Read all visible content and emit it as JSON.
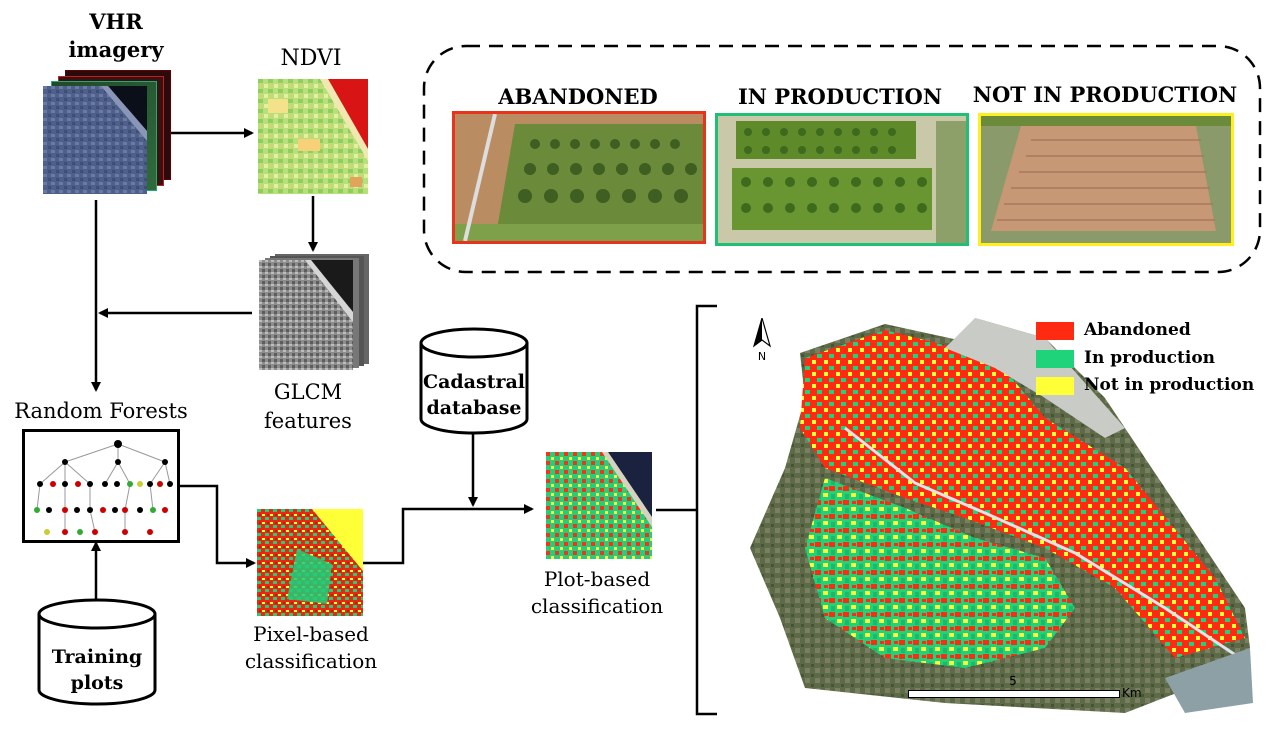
{
  "inputs": {
    "vhr_label": [
      "VHR",
      "imagery"
    ],
    "ndvi_label": "NDVI",
    "glcm_label": [
      "GLCM",
      "features"
    ]
  },
  "model": {
    "rf_label": "Random Forests",
    "training_label": [
      "Training",
      "plots"
    ],
    "cadastral_label": [
      "Cadastral",
      "database"
    ]
  },
  "outputs": {
    "pixel_label": [
      "Pixel-based",
      "classification"
    ],
    "plot_label": [
      "Plot-based",
      "classification"
    ]
  },
  "reference_photos": [
    {
      "title": "ABANDONED",
      "border": "#e8341c"
    },
    {
      "title": "IN PRODUCTION",
      "border": "#1fbf75"
    },
    {
      "title": "NOT IN PRODUCTION",
      "border": "#ffef1a"
    }
  ],
  "legend": [
    {
      "label": "Abandoned",
      "color": "#ff2a12"
    },
    {
      "label": "In production",
      "color": "#1fd37a"
    },
    {
      "label": "Not in production",
      "color": "#ffff38"
    }
  ],
  "map": {
    "north": "N",
    "scale_value": "5",
    "scale_unit": "Km"
  },
  "colors": {
    "abandoned": "#ff2a12",
    "production": "#1fd37a",
    "not_production": "#ffff38"
  }
}
